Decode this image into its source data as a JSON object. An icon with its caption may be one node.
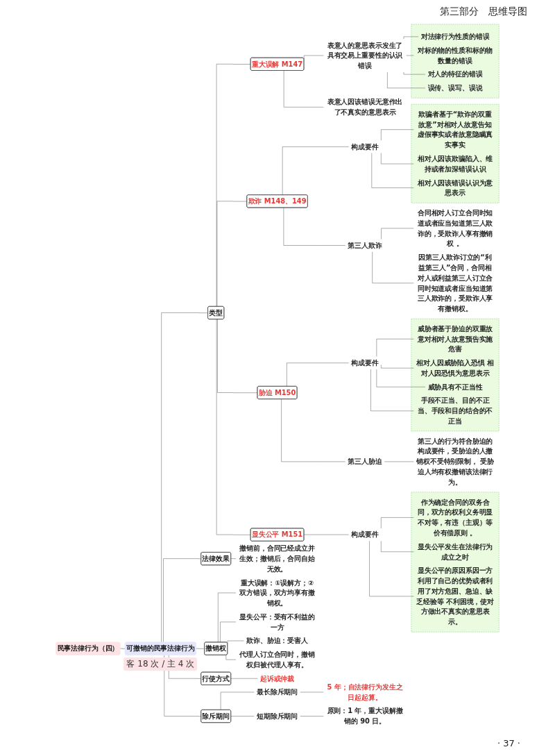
{
  "diagram": {
    "nodes": [
      {
        "text": [
          "民事法律行为（四）"
        ]
      },
      {
        "text": [
          "可撤销的民事法律行为"
        ],
        "beside": [
          "客 18 次 / 主 4 次"
        ]
      },
      {
        "text": [
          "类型"
        ]
      },
      {
        "text": [
          "重大误解 M147"
        ]
      },
      {
        "text": [
          "表意人的意思表示发生了具有交易上重要性的认识错误"
        ]
      },
      {
        "text": [],
        "shape": "box"
      },
      {
        "text": [
          "对法律行为性质的错误"
        ],
        "in": 5
      },
      {
        "text": [
          "对标的物的性质和标的物数量的错误"
        ],
        "in": 5
      },
      {
        "text": [
          "对人的特征的错误"
        ],
        "in": 5
      },
      {
        "text": [
          "误传、误写、误说"
        ],
        "in": 5
      },
      {
        "text": [
          "表意人因该错误无意作出了不真实的意思表示"
        ]
      },
      {
        "text": [
          "欺诈 M148、149"
        ]
      },
      {
        "text": [
          "构成要件"
        ]
      },
      {
        "text": [],
        "shape": "box"
      },
      {
        "text": [
          "欺骗者基于“欺诈的双重故意”对相对人故意告知虚假事实或者故意隐瞒真实事实"
        ],
        "in": 13
      },
      {
        "text": [
          "相对人因该欺骗陷入、维持或者加深错误认识"
        ],
        "in": 13
      },
      {
        "text": [
          "相对人因该错误认识为意思表示"
        ],
        "in": 13
      },
      {
        "text": [
          "第三人欺诈"
        ]
      },
      {
        "text": [
          "合同相对人订立合同时知道或者应当知道第三人欺诈的，受欺诈人享有撤销权 。"
        ]
      },
      {
        "text": [
          "因第三人欺诈订立的“利益第三人”合同，合同相对人或利益第三人订立合同时知道或者应当知道第三人欺诈的，受欺诈人享有撤销权。"
        ]
      },
      {
        "text": [
          "胁迫 M150"
        ]
      },
      {
        "text": [
          "构成要件"
        ]
      },
      {
        "text": [],
        "shape": "box"
      },
      {
        "text": [
          "威胁者基于胁迫的双重故意对相对人故意预告实施危害"
        ],
        "in": 22
      },
      {
        "text": [
          "相对人因威胁陷入恐惧 相对人因恐惧为意思表示"
        ],
        "in": 22
      },
      {
        "text": [
          "威胁具有不正当性"
        ],
        "in": 22
      },
      {
        "text": [
          "手段不正当、目的不正当、手段和目的结合的不正当"
        ],
        "in": 22
      },
      {
        "text": [
          "第三人胁迫"
        ]
      },
      {
        "text": [
          "第三人的行为符合胁迫的构成要件，受胁迫的人撤销权不受特别限制， 受胁迫人均有权撤销该法律行为。"
        ]
      },
      {
        "text": [
          "显失公平 M151"
        ]
      },
      {
        "text": [
          "构成要件"
        ]
      },
      {
        "text": [],
        "shape": "box"
      },
      {
        "text": [
          "作为确定合同的双务合同，双方的权利义务明显不对等，有违（主观）等价有偿原则 。"
        ],
        "in": 31
      },
      {
        "text": [
          "显失公平发生在法律行为成立之时"
        ],
        "in": 31
      },
      {
        "text": [
          "显失公平的原因系因一方利用了自己的优势或者利用了对方危困、急迫、缺乏经验等 不利困境，使对方做出不真实的意思表示。"
        ],
        "in": 31
      },
      {
        "text": [
          "法律效果"
        ]
      },
      {
        "text": [
          "撤销前，合同已经成立并生效；撤销后，合同自始无效。"
        ]
      },
      {
        "text": [
          "撤销权"
        ]
      },
      {
        "text": [
          "重大误解：①误解方；②双方错误，双方均享有撤销权。"
        ]
      },
      {
        "text": [
          "显失公平：受有不利益的一方"
        ]
      },
      {
        "text": [
          "欺诈、胁迫：受害人"
        ]
      },
      {
        "text": [
          "代理人订立合同时，撤销权归被代理人享有。"
        ]
      },
      {
        "text": [
          "行使方式"
        ]
      },
      {
        "text": [
          "起诉或仲裁"
        ]
      },
      {
        "text": [
          "除斥期间"
        ]
      },
      {
        "text": [
          "最长除斥期间"
        ]
      },
      {
        "text": [
          "5 年；自法律行为发生之日起起算。"
        ]
      },
      {
        "text": [
          "短期除斥期间"
        ]
      },
      {
        "text": [
          "原则：1 年，重大误解撤销的 90 日。"
        ]
      }
    ],
    "edges": [
      {
        "from": 0,
        "to": 1,
        "arrow": "none"
      },
      {
        "from": 1,
        "to": 2,
        "arrow": "none"
      },
      {
        "from": 2,
        "to": 3,
        "arrow": "none"
      },
      {
        "from": 3,
        "to": 4,
        "arrow": "none"
      },
      {
        "from": 4,
        "to": 6,
        "arrow": "none"
      },
      {
        "from": 4,
        "to": 7,
        "arrow": "none"
      },
      {
        "from": 4,
        "to": 8,
        "arrow": "none"
      },
      {
        "from": 4,
        "to": 9,
        "arrow": "none"
      },
      {
        "from": 3,
        "to": 10,
        "arrow": "none"
      },
      {
        "from": 2,
        "to": 11,
        "arrow": "none"
      },
      {
        "from": 11,
        "to": 12,
        "arrow": "none"
      },
      {
        "from": 12,
        "to": 14,
        "arrow": "none"
      },
      {
        "from": 12,
        "to": 15,
        "arrow": "none"
      },
      {
        "from": 12,
        "to": 16,
        "arrow": "none"
      },
      {
        "from": 11,
        "to": 17,
        "arrow": "none"
      },
      {
        "from": 17,
        "to": 18,
        "arrow": "none"
      },
      {
        "from": 17,
        "to": 19,
        "arrow": "none"
      },
      {
        "from": 2,
        "to": 20,
        "arrow": "none"
      },
      {
        "from": 20,
        "to": 21,
        "arrow": "none"
      },
      {
        "from": 21,
        "to": 23,
        "arrow": "none"
      },
      {
        "from": 21,
        "to": 24,
        "arrow": "none"
      },
      {
        "from": 21,
        "to": 25,
        "arrow": "none"
      },
      {
        "from": 21,
        "to": 26,
        "arrow": "none"
      },
      {
        "from": 20,
        "to": 27,
        "arrow": "none"
      },
      {
        "from": 27,
        "to": 28,
        "arrow": "none"
      },
      {
        "from": 2,
        "to": 29,
        "arrow": "none"
      },
      {
        "from": 29,
        "to": 30,
        "arrow": "none"
      },
      {
        "from": 30,
        "to": 32,
        "arrow": "none"
      },
      {
        "from": 30,
        "to": 33,
        "arrow": "none"
      },
      {
        "from": 30,
        "to": 34,
        "arrow": "none"
      },
      {
        "from": 1,
        "to": 35,
        "arrow": "none"
      },
      {
        "from": 35,
        "to": 36,
        "arrow": "none"
      },
      {
        "from": 1,
        "to": 37,
        "arrow": "none"
      },
      {
        "from": 37,
        "to": 38,
        "arrow": "none"
      },
      {
        "from": 37,
        "to": 39,
        "arrow": "none"
      },
      {
        "from": 37,
        "to": 40,
        "arrow": "none"
      },
      {
        "from": 37,
        "to": 41,
        "arrow": "none"
      },
      {
        "from": 1,
        "to": 42,
        "arrow": "none"
      },
      {
        "from": 42,
        "to": 43,
        "arrow": "none"
      },
      {
        "from": 1,
        "to": 44,
        "arrow": "none"
      },
      {
        "from": 44,
        "to": 45,
        "arrow": "none"
      },
      {
        "from": 45,
        "to": 46,
        "arrow": "none"
      },
      {
        "from": 44,
        "to": 47,
        "arrow": "none"
      },
      {
        "from": 47,
        "to": 48,
        "arrow": "none"
      }
    ],
    "labels": [
      "第三部分　思维导图",
      "· 37 ·"
    ]
  }
}
